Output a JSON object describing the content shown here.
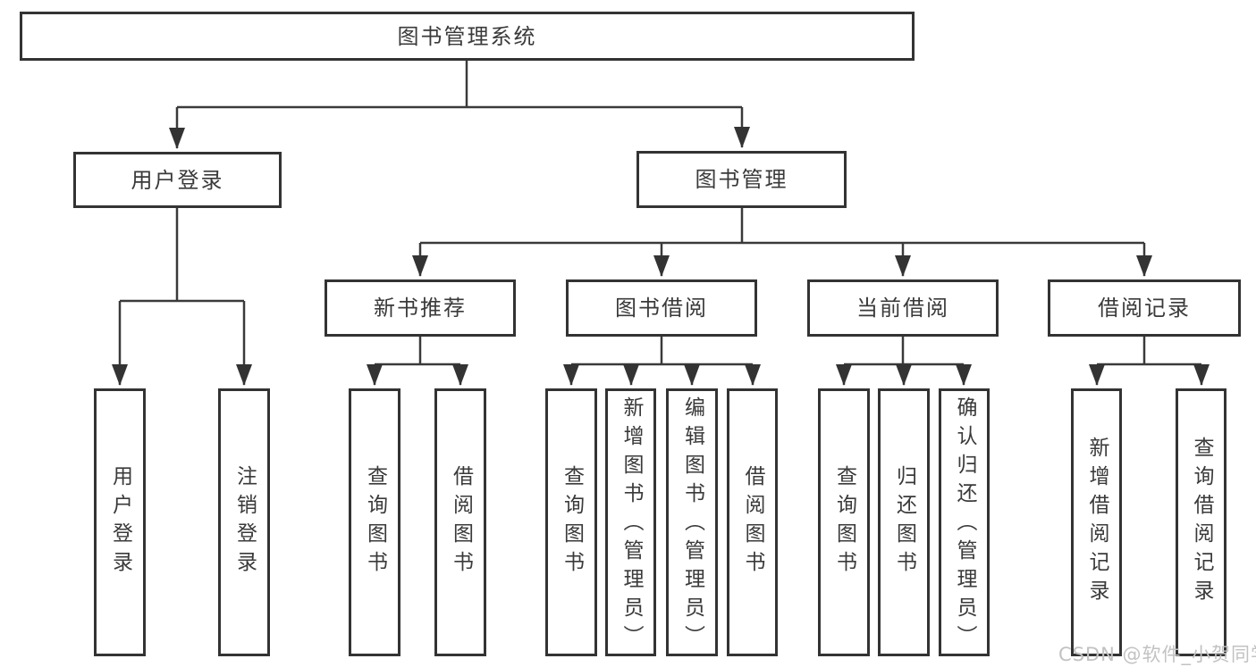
{
  "nodes": {
    "root": "图书管理系统",
    "level2": [
      "用户登录",
      "图书管理"
    ],
    "level3": [
      "新书推荐",
      "图书借阅",
      "当前借阅",
      "借阅记录"
    ],
    "login_children": [
      "用户登录",
      "注销登录"
    ],
    "recommend_children": [
      "查询图书",
      "借阅图书"
    ],
    "borrow_children": [
      "查询图书",
      "新增图书（管理员）",
      "编辑图书（管理员）",
      "借阅图书"
    ],
    "current_children": [
      "查询图书",
      "归还图书",
      "确认归还（管理员）"
    ],
    "record_children": [
      "新增借阅记录",
      "查询借阅记录"
    ]
  },
  "colors": {
    "line": "#3a3a3a",
    "box_border": "#333333",
    "text": "#3a3a3a",
    "watermark": "#c2c2c2"
  },
  "watermark": "CSDN @软件_小贺同学"
}
